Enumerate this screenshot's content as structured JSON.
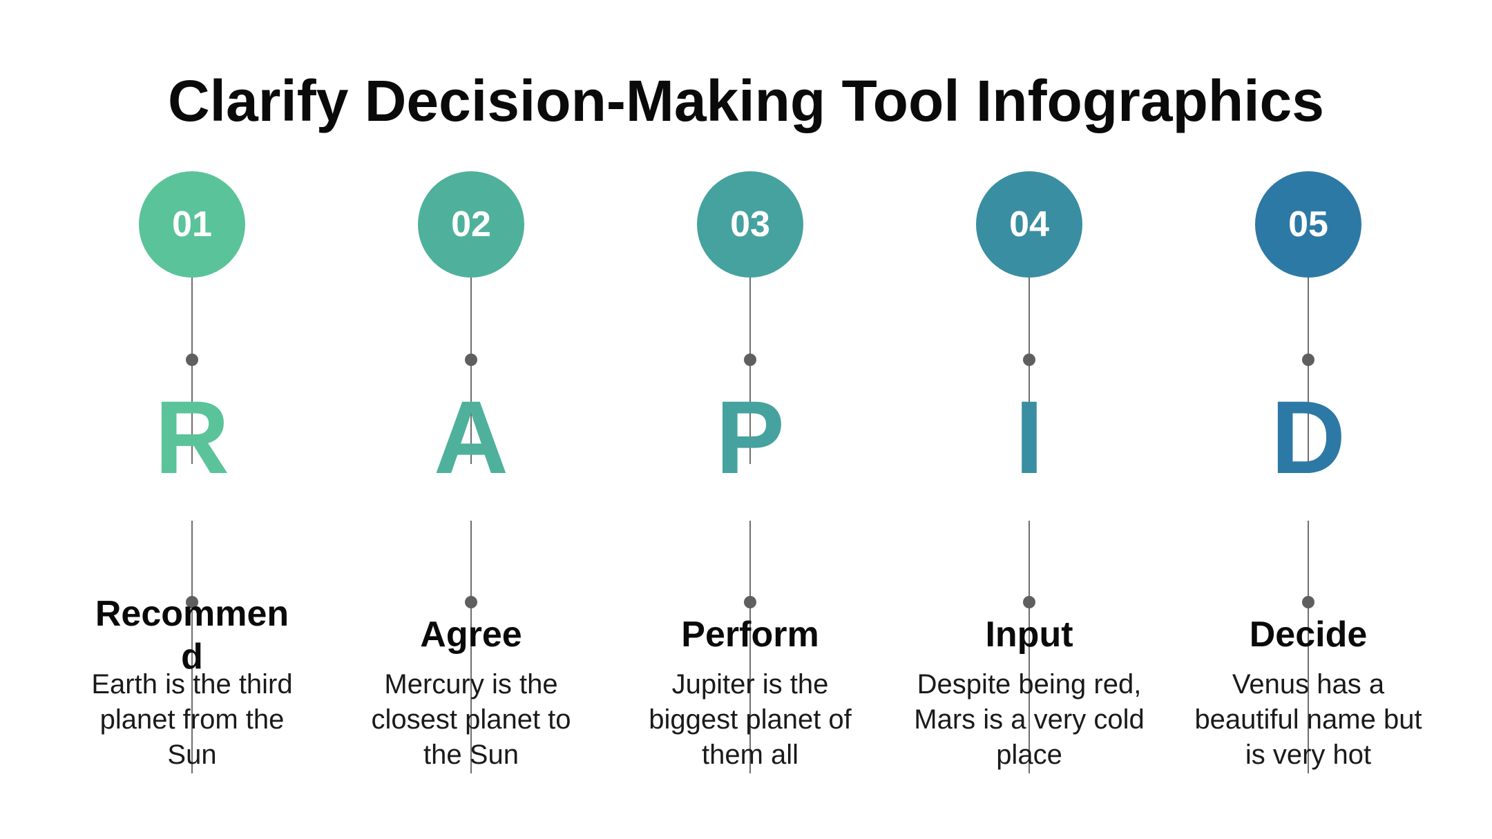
{
  "title": "Clarify Decision-Making Tool Infographics",
  "steps": [
    {
      "number": "01",
      "letter": "R",
      "heading": "Recommend",
      "description": "Earth is the third planet from the Sun",
      "color": "#5ac39a"
    },
    {
      "number": "02",
      "letter": "A",
      "heading": "Agree",
      "description": "Mercury is the closest planet to the Sun",
      "color": "#4fb19b"
    },
    {
      "number": "03",
      "letter": "P",
      "heading": "Perform",
      "description": "Jupiter is the biggest planet of them all",
      "color": "#46a29e"
    },
    {
      "number": "04",
      "letter": "I",
      "heading": "Input",
      "description": "Despite being red, Mars is a very cold place",
      "color": "#3a8ea2"
    },
    {
      "number": "05",
      "letter": "D",
      "heading": "Decide",
      "description": "Venus has a beautiful name but is very hot",
      "color": "#2d79a5"
    }
  ]
}
